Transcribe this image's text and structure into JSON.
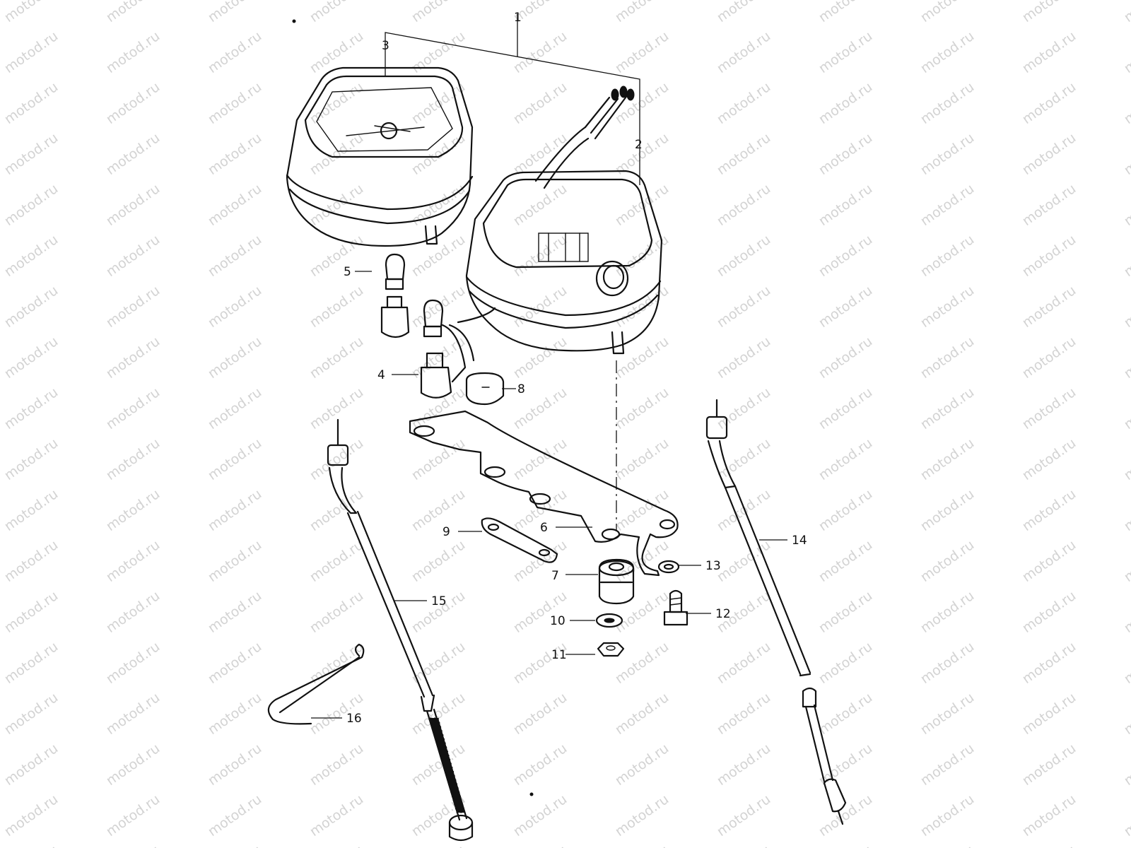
{
  "watermark": {
    "text": "motod.ru",
    "color": "#d3d3d3"
  },
  "callouts": [
    {
      "id": "1",
      "label": "1"
    },
    {
      "id": "2",
      "label": "2"
    },
    {
      "id": "3",
      "label": "3"
    },
    {
      "id": "4",
      "label": "4"
    },
    {
      "id": "5",
      "label": "5"
    },
    {
      "id": "6",
      "label": "6"
    },
    {
      "id": "7",
      "label": "7"
    },
    {
      "id": "8",
      "label": "8"
    },
    {
      "id": "9",
      "label": "9"
    },
    {
      "id": "10",
      "label": "10"
    },
    {
      "id": "11",
      "label": "11"
    },
    {
      "id": "12",
      "label": "12"
    },
    {
      "id": "13",
      "label": "13"
    },
    {
      "id": "14",
      "label": "14"
    },
    {
      "id": "15",
      "label": "15"
    },
    {
      "id": "16",
      "label": "16"
    }
  ]
}
